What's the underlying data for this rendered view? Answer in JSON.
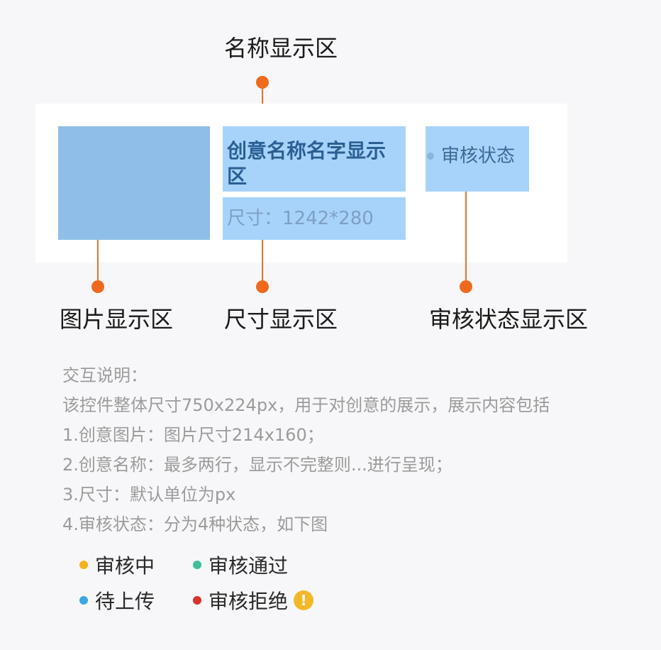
{
  "callouts": {
    "name_area": "名称显示区",
    "image_area": "图片显示区",
    "size_area": "尺寸显示区",
    "status_area": "审核状态显示区"
  },
  "card": {
    "name_text": "创意名称名字显示区",
    "size_text": "尺寸：1242*280",
    "status_text": "审核状态"
  },
  "description": {
    "lines": [
      "交互说明：",
      "该控件整体尺寸750x224px，用于对创意的展示，展示内容包括",
      "1.创意图片：图片尺寸214x160；",
      "2.创意名称：最多两行，显示不完整则...进行呈现；",
      "3.尺寸：默认单位为px",
      "4.审核状态：分为4种状态，如下图"
    ]
  },
  "legend": [
    {
      "label": "审核中",
      "color": "#f2b31c"
    },
    {
      "label": "审核通过",
      "color": "#3cbf9a"
    },
    {
      "label": "待上传",
      "color": "#3aa7e6"
    },
    {
      "label": "审核拒绝",
      "color": "#d9332b",
      "icon": "warning-icon",
      "icon_glyph": "!",
      "icon_color": "#f2b829"
    }
  ],
  "colors": {
    "connector": "#e8722a",
    "image_area": "#8fbfe8",
    "text_area": "#a7d3fb"
  }
}
